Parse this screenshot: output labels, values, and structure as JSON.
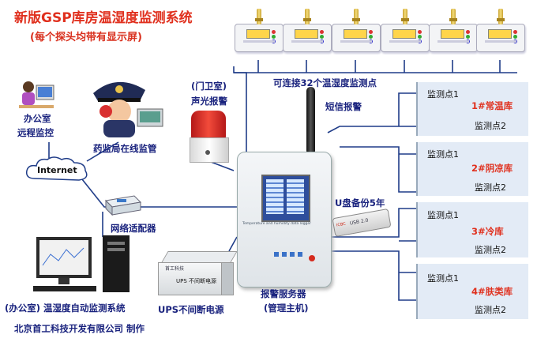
{
  "title": "新版GSP库房温湿度监测系统",
  "subtitle": "(每个探头均带有显示屏)",
  "labels": {
    "office_remote": "办公室",
    "remote_monitor": "远程监控",
    "internet": "Internet",
    "fda_online": "药监局在线监管",
    "guard_room": "(门卫室)",
    "sound_light_alarm": "声光报警",
    "connect_points": "可连接32个温湿度监测点",
    "sms_alarm": "短信报警",
    "usb_backup": "U盘备份5年",
    "network_adapter": "网络适配器",
    "ups_power": "UPS不间断电源",
    "alarm_server": "报警服务器",
    "main_host": "(管理主机)",
    "office_system": "(办公室) 温湿度自动监测系统",
    "company": "北京首工科技开发有限公司 制作",
    "device_header": "Temperature and humidity data logger",
    "ups_brand": "首工科技",
    "ups_label": "UPS 不间断电源",
    "usb_text": "USB 2.0",
    "bank_card": "ICBC"
  },
  "zones": [
    {
      "point1": "监测点1",
      "name": "1#常温库",
      "point2": "监测点2"
    },
    {
      "point1": "监测点1",
      "name": "2#阴凉库",
      "point2": "监测点2"
    },
    {
      "point1": "监测点1",
      "name": "3#冷库",
      "point2": "监测点2"
    },
    {
      "point1": "监测点1",
      "name": "4#肤类库",
      "point2": "监测点2"
    }
  ],
  "colors": {
    "title_red": "#e0301e",
    "label_blue": "#1a237e",
    "zone_bg": "#e3ebf6",
    "line_blue": "#1f3c88"
  },
  "sensor_count_shown": 6
}
